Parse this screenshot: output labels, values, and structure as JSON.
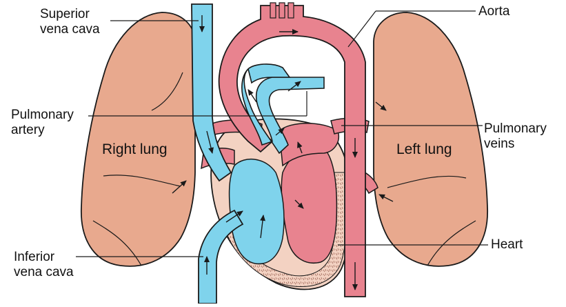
{
  "labels": {
    "superior_vena_cava": [
      "Superior",
      "vena cava"
    ],
    "pulmonary_artery": [
      "Pulmonary",
      "artery"
    ],
    "inferior_vena_cava": [
      "Inferior",
      "vena cava"
    ],
    "aorta": "Aorta",
    "pulmonary_veins": [
      "Pulmonary",
      "veins"
    ],
    "heart": "Heart",
    "right_lung": "Right lung",
    "left_lung": "Left lung"
  },
  "colors": {
    "lung": "#e8a98e",
    "oxygenated": "#e8838f",
    "deoxygenated": "#7fd3ec",
    "heart_wall": "#f3d2c2",
    "outline": "#1a1a1a"
  }
}
